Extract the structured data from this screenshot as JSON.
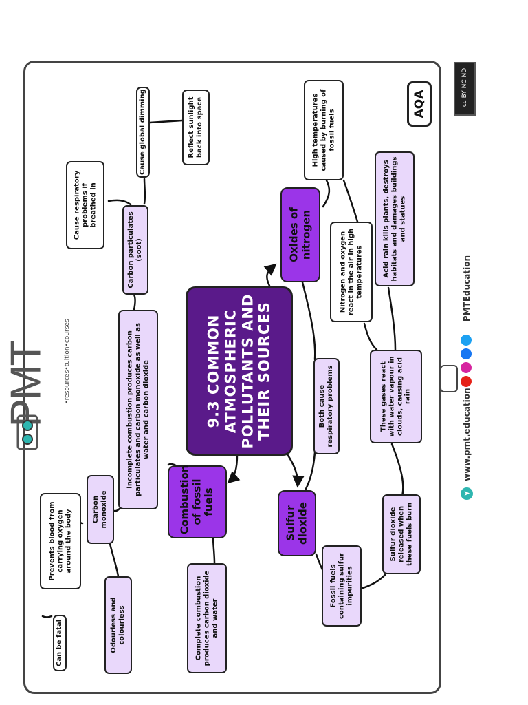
{
  "brand": {
    "logo": "PMT",
    "tagline": "•resources•tuition•courses",
    "website": "www.pmt.education",
    "social": "PMTEducation"
  },
  "badges": {
    "exam_board": "AQA",
    "license": "cc BY NC ND"
  },
  "diagram": {
    "title": "9.3 COMMON ATMOSPHERIC POLLUTANTS AND THEIR SOURCES",
    "branches": {
      "oxides": "Oxides of nitrogen",
      "sulfur": "Sulfur dioxide",
      "combustion": "Combustion of fossil fuels"
    },
    "notes": {
      "high_temp": "High temperatures caused by burning of fossil fuels",
      "nitro_react": "Nitrogen and oxygen react in the air in high temperatures",
      "acid_rain_kills": "Acid rain kills plants, destroys habitats and damages buildings and statues",
      "gases_react": "These gases react with water vapour in clouds, causing acid rain",
      "both_cause": "Both cause respiratory problems",
      "so2_released": "Sulfur dioxide released when these fuels burn",
      "fossil_sulfur": "Fossil fuels containing sulfur impurities",
      "complete": "Complete combustion produces carbon dioxide and water",
      "incomplete": "Incomplete combustion produces carbon particulates and carbon monoxide as well as water and carbon dioxide",
      "carbon_particulates": "Carbon particulates (soot)",
      "global_dimming": "Cause global dimming",
      "reflect": "Reflect sunlight back into space",
      "resp_inhaled": "Cause respiratory problems if breathed in",
      "carbon_monoxide": "Carbon monoxide",
      "prevents_blood": "Prevents blood from carrying oxygen around the body",
      "odourless": "Odourless and colourless",
      "fatal": "Can be fatal"
    }
  }
}
